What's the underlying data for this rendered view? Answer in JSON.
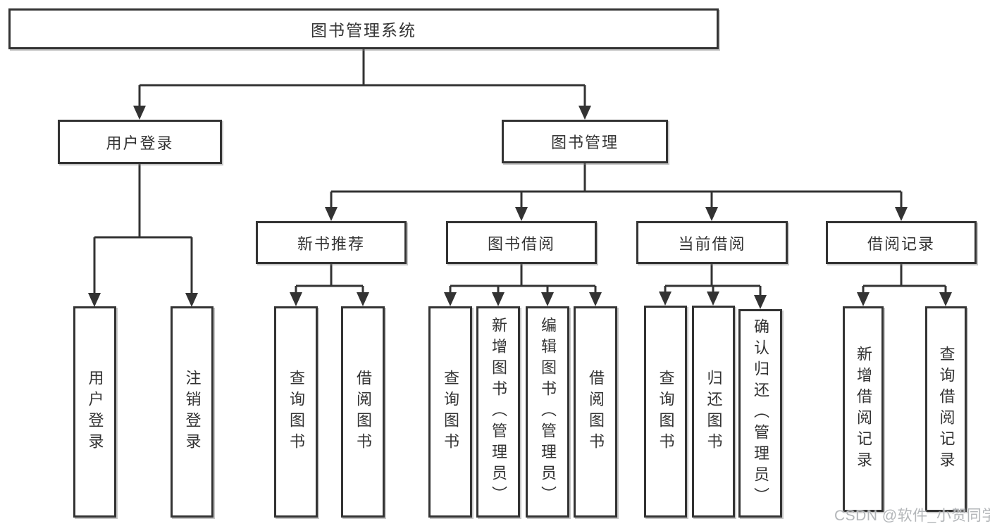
{
  "diagram": {
    "tree": {
      "label": "图书管理系统",
      "children": [
        {
          "label": "用户登录",
          "children": [
            {
              "label": "用户登录"
            },
            {
              "label": "注销登录"
            }
          ]
        },
        {
          "label": "图书管理",
          "children": [
            {
              "label": "新书推荐",
              "children": [
                {
                  "label": "查询图书"
                },
                {
                  "label": "借阅图书"
                }
              ]
            },
            {
              "label": "图书借阅",
              "children": [
                {
                  "label": "查询图书"
                },
                {
                  "label": "新增图书（管理员）"
                },
                {
                  "label": "编辑图书（管理员）"
                },
                {
                  "label": "借阅图书"
                }
              ]
            },
            {
              "label": "当前借阅",
              "children": [
                {
                  "label": "查询图书"
                },
                {
                  "label": "归还图书"
                },
                {
                  "label": "确认归还（管理员）"
                }
              ]
            },
            {
              "label": "借阅记录",
              "children": [
                {
                  "label": "新增借阅记录"
                },
                {
                  "label": "查询借阅记录"
                }
              ]
            }
          ]
        }
      ]
    },
    "watermark": "CSDN @软件_小贺同学",
    "colors": {
      "line": "#333333",
      "text": "#333333",
      "box_background": "#ffffff",
      "page_background": "#ffffff",
      "watermark": "#b3b6b9"
    }
  }
}
